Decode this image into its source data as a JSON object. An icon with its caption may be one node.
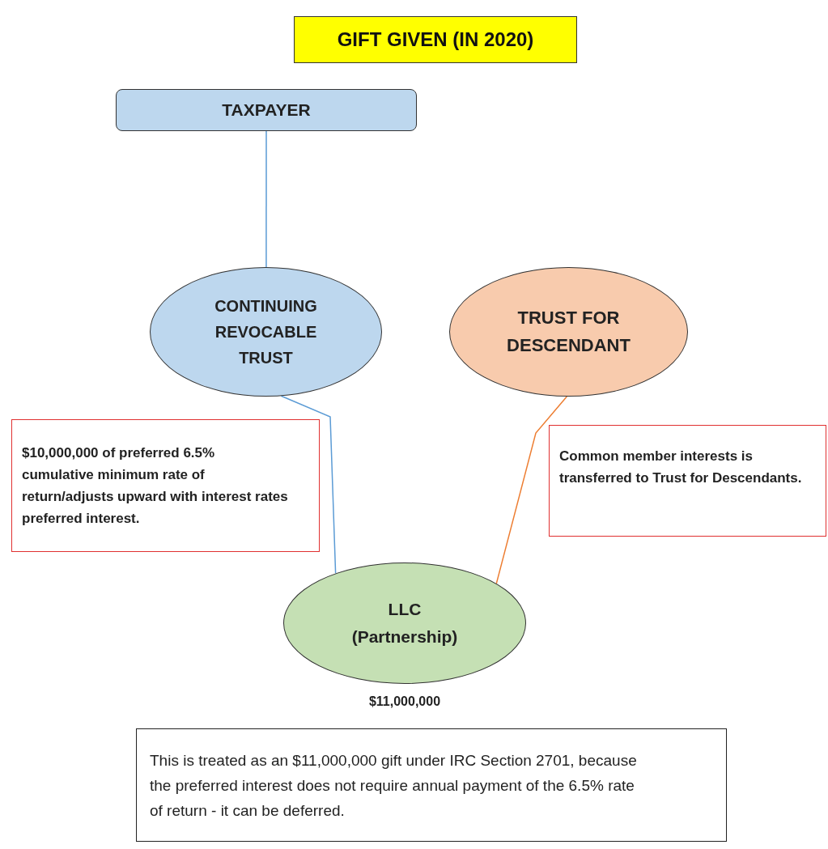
{
  "diagram": {
    "title": "GIFT GIVEN (IN 2020)",
    "nodes": [
      {
        "text": [
          "TAXPAYER"
        ]
      },
      {
        "text": [
          "CONTINUING REVOCABLE TRUST"
        ]
      },
      {
        "text": [
          "TRUST FOR DESCENDANT"
        ]
      },
      {
        "text": [
          "LLC (Partnership)"
        ],
        "beside": [
          "$11,000,000"
        ]
      },
      {
        "text": [
          "$10,000,000 of preferred 6.5% cumulative minimum rate of return/adjusts upward with interest rates preferred interest."
        ]
      },
      {
        "text": [
          "Common member interests is transferred to Trust for Descendants."
        ]
      },
      {
        "text": [
          "This is treated as an $11,000,000 gift under IRC Section 2701, because the preferred interest does not require annual payment of the 6.5% rate of return - it can be deferred."
        ]
      }
    ],
    "edges": [
      {
        "from": 0,
        "to": 1,
        "arrow": "none"
      },
      {
        "from": 1,
        "to": 3,
        "arrow": "none"
      },
      {
        "from": 2,
        "to": 3,
        "arrow": "none",
        "color": "#ed7d31"
      }
    ]
  }
}
